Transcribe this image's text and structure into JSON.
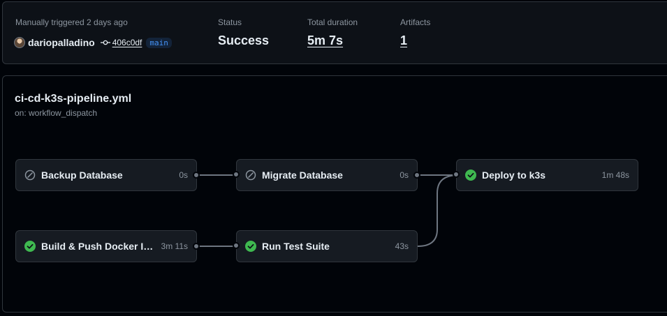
{
  "summary": {
    "trigger_label": "Manually triggered 2 days ago",
    "user": "dariopalladino",
    "commit_sha": "406c0df",
    "branch": "main",
    "status_label": "Status",
    "status_value": "Success",
    "duration_label": "Total duration",
    "duration_value": "5m 7s",
    "artifacts_label": "Artifacts",
    "artifacts_value": "1"
  },
  "workflow": {
    "file": "ci-cd-k3s-pipeline.yml",
    "trigger": "on: workflow_dispatch"
  },
  "jobs": [
    {
      "name": "Backup Database",
      "duration": "0s",
      "status": "skipped"
    },
    {
      "name": "Migrate Database",
      "duration": "0s",
      "status": "skipped"
    },
    {
      "name": "Deploy to k3s",
      "duration": "1m 48s",
      "status": "success"
    },
    {
      "name": "Build & Push Docker Im...",
      "duration": "3m 11s",
      "status": "success"
    },
    {
      "name": "Run Test Suite",
      "duration": "43s",
      "status": "success"
    }
  ],
  "colors": {
    "success": "#3fb950",
    "skipped": "#8d96a0",
    "link": "#4493f8"
  }
}
